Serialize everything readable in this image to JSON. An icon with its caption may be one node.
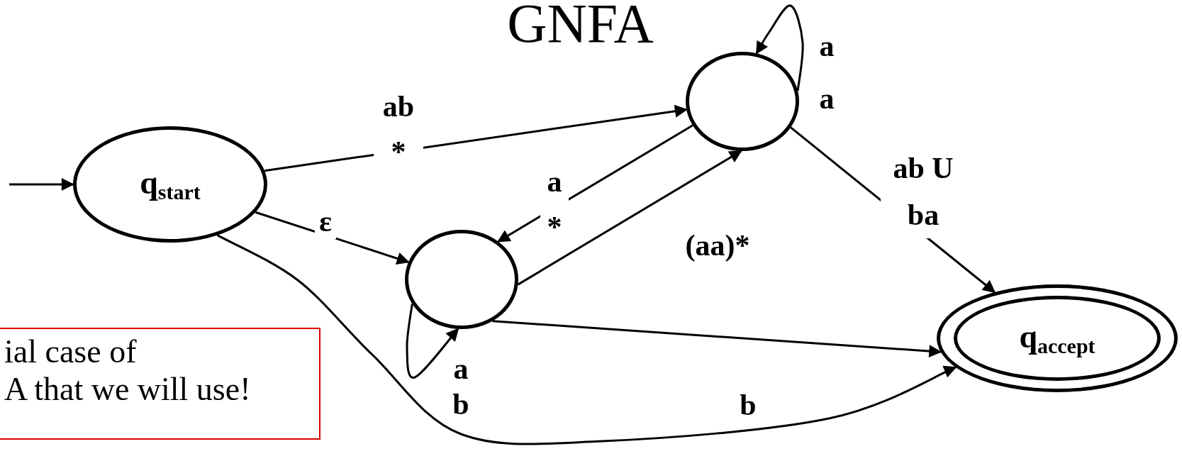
{
  "diagram": {
    "title": "GNFA",
    "nodes": [
      {
        "text": [
          "q$_{start}$"
        ]
      },
      {
        "text": [],
        "shape": "circle"
      },
      {
        "text": [],
        "shape": "circle"
      },
      {
        "text": [
          "q$_{accept}$"
        ]
      },
      {
        "text": [
          "ial case of",
          "A that we will use!"
        ]
      }
    ],
    "edges": [
      {
        "from": null,
        "to": 0,
        "arrow": "to"
      },
      {
        "from": 0,
        "to": 1,
        "arrow": "to",
        "label": "ab *"
      },
      {
        "from": 0,
        "to": 2,
        "arrow": "to",
        "label": "ε"
      },
      {
        "from": 0,
        "to": 3,
        "arrow": "to",
        "label": "b"
      },
      {
        "from": 1,
        "to": 1,
        "arrow": "to",
        "label": "a a"
      },
      {
        "from": 1,
        "to": 2,
        "arrow": "to",
        "label": "a *"
      },
      {
        "from": 2,
        "to": 1,
        "arrow": "to",
        "label": "(aa)*"
      },
      {
        "from": 2,
        "to": 2,
        "arrow": "to",
        "label": "a b"
      },
      {
        "from": 2,
        "to": 3,
        "arrow": "to"
      },
      {
        "from": 1,
        "to": 3,
        "arrow": "to",
        "label": "ab U ba"
      }
    ]
  }
}
